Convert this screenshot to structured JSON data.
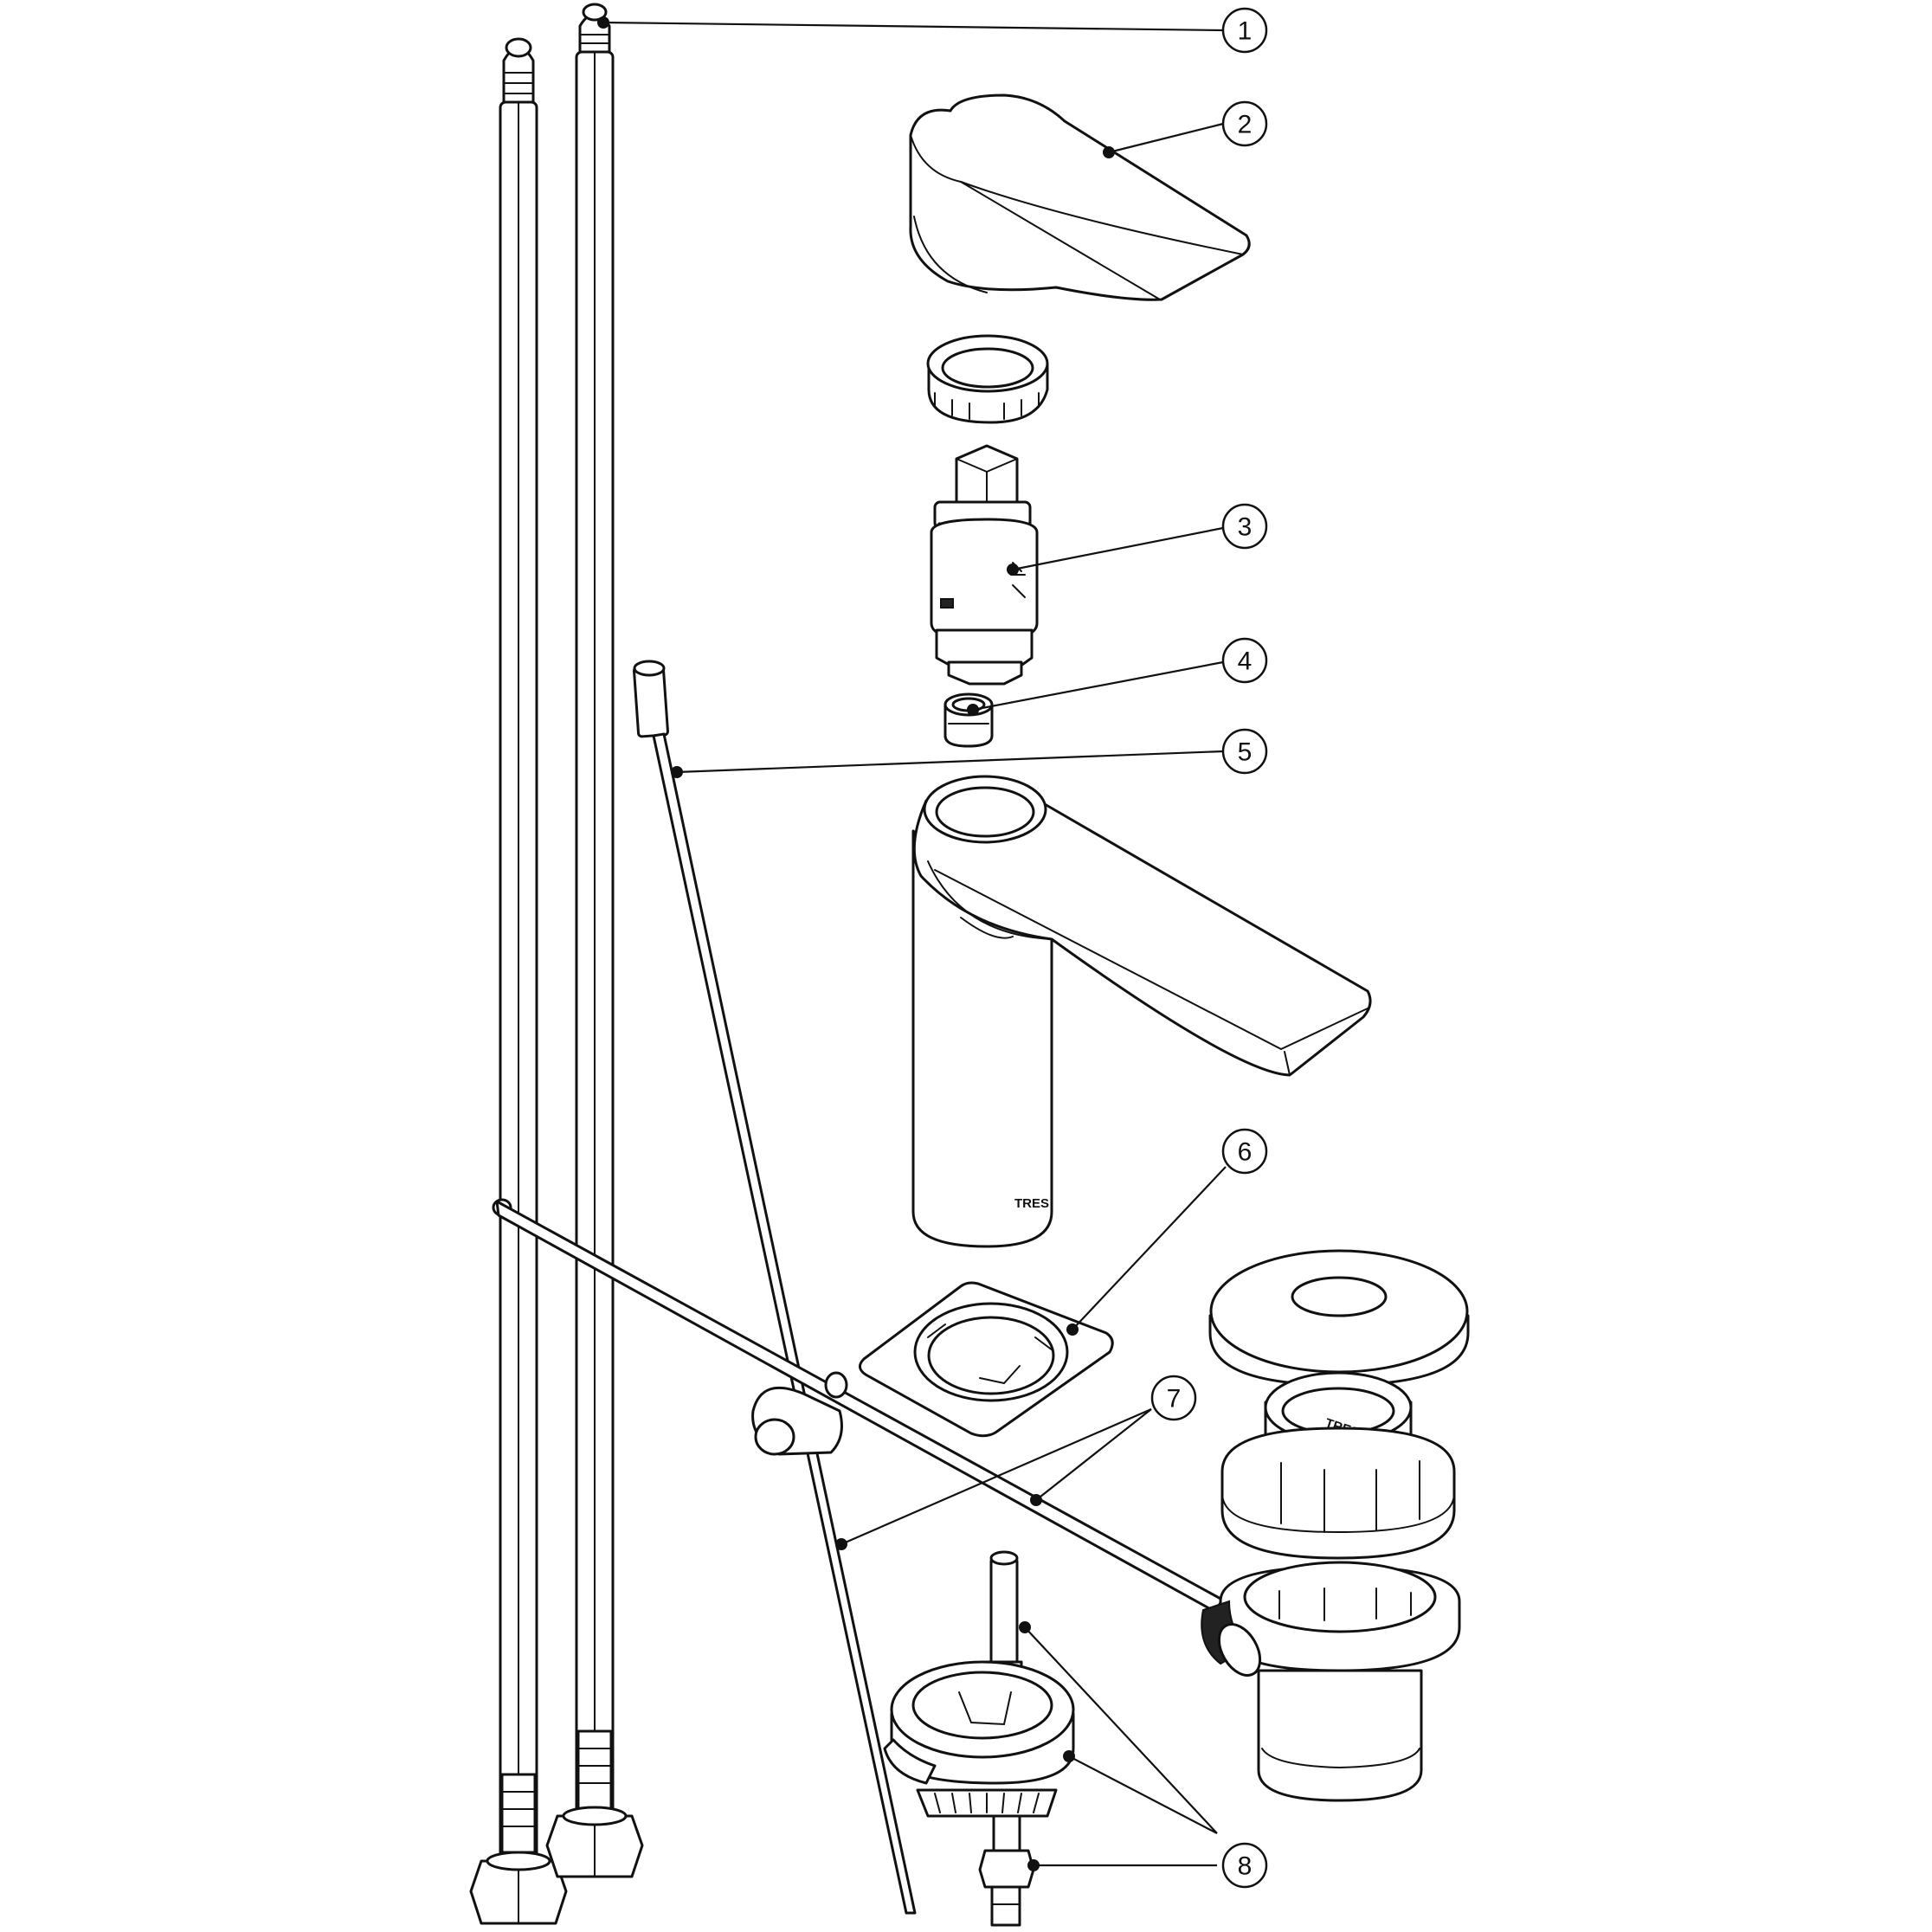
{
  "callouts": [
    {
      "id": "1",
      "label": "1"
    },
    {
      "id": "2",
      "label": "2"
    },
    {
      "id": "3",
      "label": "3"
    },
    {
      "id": "4",
      "label": "4"
    },
    {
      "id": "5",
      "label": "5"
    },
    {
      "id": "6",
      "label": "6"
    },
    {
      "id": "7",
      "label": "7"
    },
    {
      "id": "8",
      "label": "8"
    }
  ],
  "markings": {
    "body_brand": "TRES",
    "drain_brand": "TRES"
  },
  "colors": {
    "line": "#111111",
    "background": "#ffffff"
  }
}
